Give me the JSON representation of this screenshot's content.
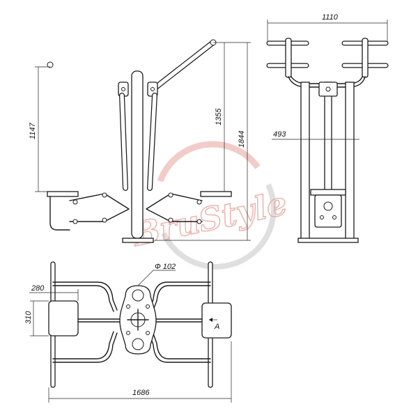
{
  "watermark": {
    "text": "BruStyle"
  },
  "dimensions": {
    "top_width": "1110",
    "inner_width": "493",
    "height_1147": "1147",
    "height_1355": "1355",
    "height_1844": "1844",
    "diameter": "Ф 102",
    "plate_width": "280",
    "plate_height": "310",
    "total_length": "1686",
    "view_label": "A"
  },
  "colors": {
    "line": "#1a1a1a",
    "watermark_red": "#e6a39a",
    "watermark_grey": "#c9c9c9"
  }
}
